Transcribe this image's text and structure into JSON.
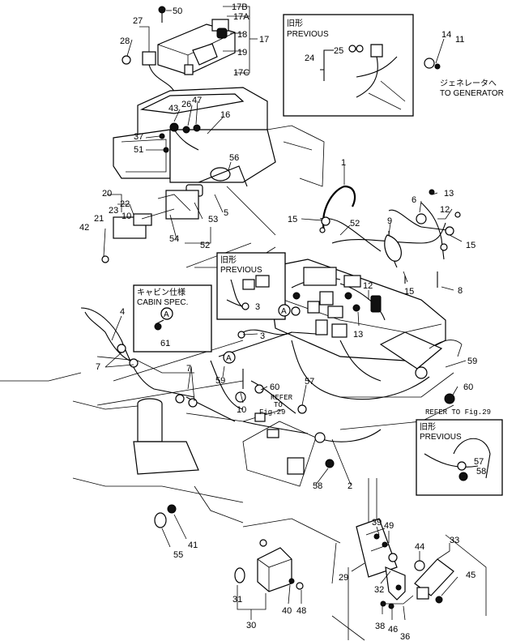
{
  "labels": {
    "l17b": "17B",
    "l17a": "17A",
    "l17c": "17C",
    "l17": "17",
    "l18": "18",
    "l19": "19",
    "l50": "50",
    "l27": "27",
    "l28": "28",
    "l43": "43",
    "l26": "26",
    "l47": "47",
    "l16": "16",
    "l37": "37",
    "l51": "51",
    "l56": "56",
    "l20": "20",
    "l21": "21",
    "l22": "22",
    "l23": "23",
    "l10a": "10",
    "l42": "42",
    "l54": "54",
    "l53": "53",
    "l52": "52",
    "l5": "5",
    "l1": "1",
    "l15a": "15",
    "l52b": "52",
    "l9": "9",
    "l6": "6",
    "l13a": "13",
    "l12a": "12",
    "l15b": "15",
    "l15c": "15",
    "l8": "8",
    "l4": "4",
    "l7a": "7",
    "l7b": "7",
    "l61": "61",
    "l3a": "3",
    "l3b": "3",
    "l12b": "12",
    "l13b": "13",
    "l59a": "59",
    "l60a": "60",
    "l10b": "10",
    "l57a": "57",
    "l59b": "59",
    "l60b": "60",
    "l57b": "57",
    "l58a": "58",
    "l58b": "58",
    "l2": "2",
    "l41": "41",
    "l55": "55",
    "l31": "31",
    "l30": "30",
    "l40": "40",
    "l48": "48",
    "l39": "39",
    "l49": "49",
    "l44": "44",
    "l33": "33",
    "l45": "45",
    "l29": "29",
    "l32": "32",
    "l38": "38",
    "l46": "46",
    "l36": "36",
    "l14": "14",
    "l11": "11",
    "l24": "24",
    "l25": "25"
  },
  "callouts": {
    "previous_jp": "旧形",
    "previous": "PREVIOUS",
    "cabin_jp": "キャビン仕様",
    "cabin": "CABIN SPEC.",
    "to_generator_jp": "ジェネレータへ",
    "to_generator": "TO GENERATOR",
    "refer_fig29_a": "REFER TO Fig.29",
    "refer": "REFER",
    "to": "TO",
    "fig29": "Fig.29",
    "marker_a": "A"
  }
}
